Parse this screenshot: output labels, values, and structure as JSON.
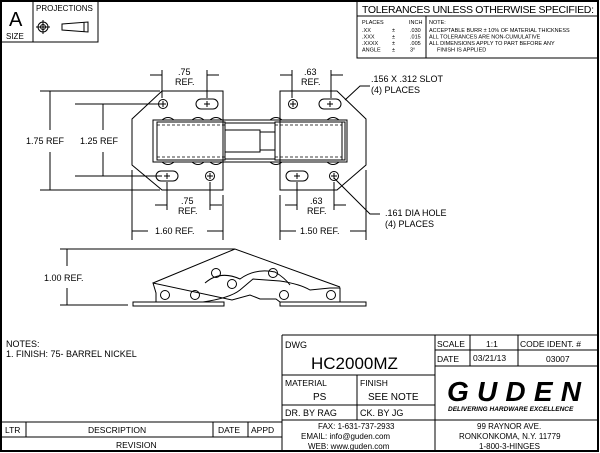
{
  "size_box": {
    "letter": "A",
    "label": "SIZE",
    "projections_label": "PROJECTIONS"
  },
  "tolerances": {
    "title": "TOLERANCES UNLESS OTHERWISE SPECIFIED:",
    "places_header": "PLACES",
    "inch_header": "INCH",
    "rows": [
      {
        "places": ".XX",
        "pm": "±",
        "inch": ".030"
      },
      {
        "places": ".XXX",
        "pm": "±",
        "inch": ".015"
      },
      {
        "places": ".XXXX",
        "pm": "±",
        "inch": ".005"
      },
      {
        "places": "ANGLE",
        "pm": "±",
        "inch": "3°"
      }
    ],
    "note_header": "NOTE:",
    "notes": [
      "ACCEPTABLE BURR ± 10% OF MATERIAL THICKNESS",
      "ALL TOLERANCES ARE NON-CUMULATIVE",
      "ALL DIMENSIONS APPLY TO PART BEFORE ANY",
      "FINISH IS APPLIED"
    ]
  },
  "dimensions": {
    "top_left": [
      ".75",
      "REF."
    ],
    "top_right": [
      ".63",
      "REF."
    ],
    "bottom_left": [
      ".75",
      "REF."
    ],
    "bottom_right": [
      ".63",
      "REF."
    ],
    "overall_height": "1.75 REF",
    "inner_height": "1.25 REF",
    "left_width": "1.60 REF.",
    "right_width": "1.50 REF.",
    "slot_callout": [
      ".156 X .312 SLOT",
      "(4) PLACES"
    ],
    "hole_callout": [
      ".161 DIA HOLE",
      "(4) PLACES"
    ],
    "side_height": "1.00 REF."
  },
  "notes": {
    "title": "NOTES:",
    "items": [
      "1. FINISH: 75- BARREL NICKEL"
    ]
  },
  "revision": {
    "ltr": "LTR",
    "description": "DESCRIPTION",
    "date": "DATE",
    "appd": "APPD",
    "title": "REVISION"
  },
  "title_block": {
    "dwg_label": "DWG",
    "dwg_number": "HC2000MZ",
    "material_label": "MATERIAL",
    "material": "PS",
    "finish_label": "FINISH",
    "finish": "SEE NOTE",
    "drawn_by": "DR. BY RAG",
    "checked_by": "CK. BY JG",
    "scale_label": "SCALE",
    "scale": "1:1",
    "code_label": "CODE IDENT. #",
    "date_label": "DATE",
    "date": "03/21/13",
    "code": "03007",
    "logo": "GUDEN",
    "tagline": "DELIVERING HARDWARE EXCELLENCE",
    "fax": "FAX: 1-631-737-2933",
    "email": "EMAIL: info@guden.com",
    "web": "WEB: www.guden.com",
    "address1": "99 RAYNOR AVE.",
    "address2": "RONKONKOMA, N.Y. 11779",
    "phone": "1-800-3-HINGES"
  }
}
